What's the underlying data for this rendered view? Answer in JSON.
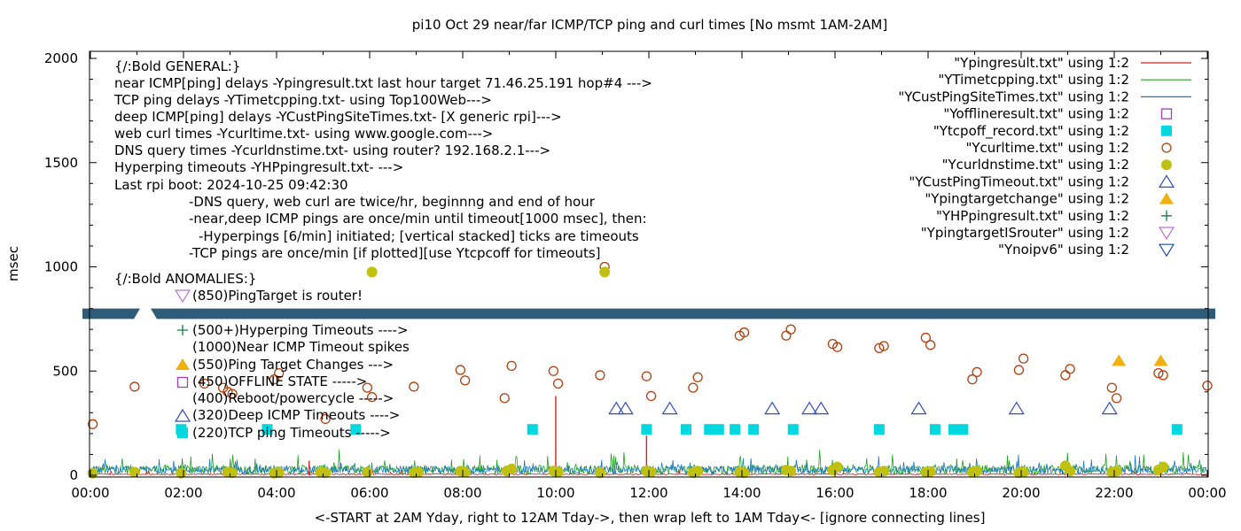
{
  "chart_data": {
    "type": "scatter",
    "title": "pi10 Oct 29  near/far ICMP/TCP ping and curl times [No msmt 1AM-2AM]",
    "xlabel": "<-START at 2AM Yday, right to 12AM Tday->, then wrap left to 1AM Tday<- [ignore connecting lines]",
    "ylabel": "msec",
    "xlim": [
      0,
      24
    ],
    "ylim": [
      0,
      2050
    ],
    "x_ticks": [
      {
        "v": 0,
        "label": "00:00"
      },
      {
        "v": 2,
        "label": "02:00"
      },
      {
        "v": 4,
        "label": "04:00"
      },
      {
        "v": 6,
        "label": "06:00"
      },
      {
        "v": 8,
        "label": "08:00"
      },
      {
        "v": 10,
        "label": "10:00"
      },
      {
        "v": 12,
        "label": "12:00"
      },
      {
        "v": 14,
        "label": "14:00"
      },
      {
        "v": 16,
        "label": "16:00"
      },
      {
        "v": 18,
        "label": "18:00"
      },
      {
        "v": 20,
        "label": "20:00"
      },
      {
        "v": 22,
        "label": "22:00"
      },
      {
        "v": 24,
        "label": "00:00"
      }
    ],
    "y_ticks": [
      {
        "v": 0,
        "label": "0"
      },
      {
        "v": 500,
        "label": "500"
      },
      {
        "v": 1000,
        "label": "1000"
      },
      {
        "v": 1500,
        "label": "1500"
      },
      {
        "v": 2000,
        "label": "2000"
      }
    ],
    "grid": false,
    "legend_position": "top-right",
    "legend": [
      {
        "label": "\"Ypingresult.txt\" using 1:2",
        "marker": "line",
        "color": "#d62020"
      },
      {
        "label": "\"YTimetcpping.txt\" using 1:2",
        "marker": "line",
        "color": "#22a022"
      },
      {
        "label": "\"YCustPingSiteTimes.txt\" using 1:2",
        "marker": "line",
        "color": "#1a78c8"
      },
      {
        "label": "\"Yofflineresult.txt\" using 1:2",
        "marker": "open-square",
        "color": "#a040c0"
      },
      {
        "label": "\"Ytcpoff_record.txt\" using 1:2",
        "marker": "filled-square",
        "color": "#00d8e0"
      },
      {
        "label": "\"Ycurltime.txt\" using 1:2",
        "marker": "open-circle",
        "color": "#b04010"
      },
      {
        "label": "\"Ycurldnstime.txt\" using 1:2",
        "marker": "filled-circle",
        "color": "#c0c010"
      },
      {
        "label": "\"YCustPingTimeout.txt\" using 1:2",
        "marker": "open-triangle",
        "color": "#3050c0"
      },
      {
        "label": "\"Ypingtargetchange\" using 1:2",
        "marker": "filled-triangle",
        "color": "#f0b010"
      },
      {
        "label": "\"YHPpingresult.txt\" using 1:2",
        "marker": "plus",
        "color": "#108040"
      },
      {
        "label": "\"YpingtargetISrouter\" using 1:2",
        "marker": "open-triangle-down",
        "color": "#c070d0"
      },
      {
        "label": "\"Ynoipv6\" using 1:2",
        "marker": "open-triangle-down",
        "color": "#2050a0"
      }
    ],
    "annotations": [
      "{/:Bold GENERAL:}",
      "near ICMP[ping] delays -Ypingresult.txt last hour target 71.46.25.191 hop#4 --->",
      "TCP ping delays -YTimetcpping.txt- using Top100Web--->",
      "deep ICMP[ping] delays -YCustPingSiteTimes.txt- [X generic rpi]--->",
      "web curl times -Ycurltime.txt- using www.google.com--->",
      "DNS query times -Ycurldnstime.txt- using router? 192.168.2.1--->",
      "Hyperping timeouts -YHPpingresult.txt- --->",
      "Last rpi boot: 2024-10-25 09:42:30",
      "-DNS query, web curl are twice/hr, beginnng and end of hour",
      "-near,deep ICMP pings are once/min until timeout[1000 msec], then:",
      "-Hyperpings [6/min] initiated; [vertical stacked] ticks are timeouts",
      "-TCP pings are once/min [if plotted][use Ytcpcoff for timeouts]",
      "{/:Bold ANOMALIES:}",
      "(850)PingTarget is router!",
      "(500+)Hyperping Timeouts ---->",
      "(1000)Near ICMP Timeout spikes",
      "(550)Ping Target Changes --->",
      "(450)OFFLINE STATE ----->",
      "(400)Reboot/powercycle ----->",
      "(320)Deep ICMP Timeouts ---->",
      "(220)TCP ping Timeouts ----->"
    ],
    "series": [
      {
        "name": "\"Ycurltime.txt\" using 1:2",
        "marker": "open-circle",
        "x": [
          0.05,
          0.95,
          2.45,
          2.85,
          2.95,
          3.05,
          3.95,
          4.05,
          5.05,
          5.95,
          6.05,
          6.95,
          7.95,
          8.05,
          8.9,
          9.05,
          9.95,
          10.05,
          10.95,
          11.05,
          11.95,
          12.05,
          12.95,
          13.05,
          13.95,
          14.05,
          14.95,
          15.05,
          15.95,
          16.05,
          16.95,
          17.05,
          17.95,
          18.05,
          18.95,
          19.05,
          19.95,
          20.05,
          20.95,
          21.05,
          21.95,
          22.05,
          22.95,
          23.05,
          24.0
        ],
        "y": [
          245,
          425,
          440,
          420,
          400,
          390,
          460,
          490,
          270,
          420,
          375,
          425,
          505,
          455,
          370,
          525,
          500,
          440,
          480,
          1000,
          475,
          380,
          420,
          470,
          670,
          685,
          670,
          700,
          630,
          615,
          610,
          620,
          660,
          625,
          460,
          495,
          505,
          560,
          480,
          510,
          420,
          370,
          490,
          480,
          430
        ]
      },
      {
        "name": "\"Ycurldnstime.txt\" using 1:2",
        "marker": "filled-circle",
        "x": [
          0.05,
          0.95,
          1.95,
          2.95,
          3.05,
          3.95,
          4.05,
          4.95,
          5.05,
          5.95,
          6.05,
          6.95,
          7.05,
          7.95,
          8.05,
          8.95,
          9.05,
          9.95,
          10.05,
          10.95,
          11.05,
          11.95,
          12.05,
          12.95,
          13.05,
          13.95,
          14.05,
          14.95,
          15.05,
          15.95,
          16.05,
          16.95,
          17.05,
          17.95,
          18.05,
          18.95,
          19.05,
          19.95,
          20.05,
          20.95,
          21.05,
          21.95,
          22.05,
          22.95,
          23.05
        ],
        "y": [
          10,
          15,
          10,
          15,
          12,
          10,
          12,
          15,
          12,
          15,
          975,
          12,
          15,
          20,
          15,
          20,
          30,
          20,
          15,
          12,
          975,
          20,
          15,
          12,
          20,
          15,
          12,
          25,
          20,
          25,
          40,
          15,
          20,
          15,
          18,
          15,
          20,
          12,
          15,
          45,
          20,
          15,
          20,
          25,
          40
        ]
      },
      {
        "name": "\"Ytcpoff_record.txt\" using 1:2",
        "marker": "filled-square",
        "x": [
          1.95,
          3.8,
          5.7,
          9.5,
          11.95,
          12.8,
          13.3,
          13.5,
          13.85,
          14.25,
          15.1,
          16.95,
          18.15,
          18.55,
          18.75,
          23.35
        ],
        "y": [
          220,
          220,
          220,
          220,
          220,
          220,
          220,
          220,
          220,
          220,
          220,
          220,
          220,
          220,
          220,
          220
        ]
      },
      {
        "name": "\"YCustPingTimeout.txt\" using 1:2",
        "marker": "open-triangle",
        "x": [
          11.3,
          11.5,
          12.45,
          14.65,
          15.45,
          15.7,
          17.8,
          19.9,
          21.9
        ],
        "y": [
          320,
          320,
          320,
          320,
          320,
          320,
          320,
          320,
          320
        ]
      },
      {
        "name": "\"Ypingtargetchange\" using 1:2",
        "marker": "filled-triangle",
        "x": [
          22.1,
          23.0
        ],
        "y": [
          550,
          550
        ]
      },
      {
        "name": "\"Ypingresult.txt\" using 1:2",
        "marker": "line",
        "spikes": [
          {
            "x": 10.0,
            "y": 380
          },
          {
            "x": 11.95,
            "y": 190
          },
          {
            "x": 4.7,
            "y": 70
          }
        ]
      }
    ]
  }
}
